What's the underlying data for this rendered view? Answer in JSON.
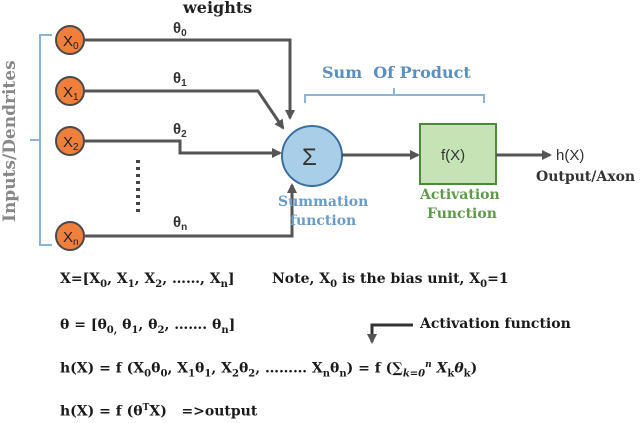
{
  "labels": {
    "weights": "weights",
    "inputs_dendrites": "Inputs/Dendrites",
    "sum_of_product": "Sum  Of Product",
    "summation_line1": "Summation",
    "summation_line2": "function",
    "activation_line1": "Activation",
    "activation_line2": "Function",
    "fx": "f(X)",
    "hx": "h(X)",
    "output_axon": "Output/Axon",
    "sigma": "Σ",
    "activation_function_note": "Activation function"
  },
  "inputs": [
    {
      "base": "X",
      "sub": "0"
    },
    {
      "base": "X",
      "sub": "1"
    },
    {
      "base": "X",
      "sub": "2"
    },
    {
      "base": "X",
      "sub": "n"
    }
  ],
  "weights": [
    {
      "base": "θ",
      "sub": "0"
    },
    {
      "base": "θ",
      "sub": "1"
    },
    {
      "base": "θ",
      "sub": "2"
    },
    {
      "base": "θ",
      "sub": "n"
    }
  ],
  "equations": {
    "x_vector": {
      "prefix": "X=[X",
      "s0": "0",
      "t1": ", X",
      "s1": "1",
      "t2": ", X",
      "s2": "2",
      "t3": ", ……, X",
      "sn": "n",
      "suffix": "]"
    },
    "note": {
      "t1": "Note, X",
      "s0": "0",
      "t2": " is the bias unit, X",
      "s0b": "0",
      "t3": "=1"
    },
    "theta_vector": {
      "prefix": "θ = [θ",
      "s0": "0,",
      "t1": " θ",
      "s1": "1",
      "t2": ", θ",
      "s2": "2",
      "t3": ", …….  θ",
      "sn": "n",
      "suffix": "]"
    },
    "hx_sum": {
      "t1": "h(X) = f (X",
      "a": "0",
      "t2": "θ",
      "b": "0",
      "t3": ", X",
      "c": "1",
      "t4": "θ",
      "d": "1",
      "t5": ", X",
      "e": "2",
      "t6": "θ",
      "f": "2",
      "t7": ", ……… X",
      "g": "n",
      "t8": "θ",
      "h": "n",
      "t9": ") = f (",
      "sum_sym": "∑",
      "sum_sub": "k=0",
      "sum_sup": "n",
      "t10": " X",
      "k1": "k",
      "t11": "θ",
      "k2": "k",
      "t12": ")"
    },
    "hx_out": {
      "t1": "h(X) = f (θ",
      "T": "T",
      "t2": "X)   =>output"
    }
  },
  "colors": {
    "input_fill": "#f07f3c",
    "input_stroke": "#4a4a4a",
    "summation_fill": "#a9cfe8",
    "summation_stroke": "#3b6fa0",
    "activation_fill": "#c6e3b5",
    "activation_stroke": "#4b8a3a",
    "wire": "#555555",
    "bracket": "#8ab4d8",
    "label_gray": "#888888"
  }
}
